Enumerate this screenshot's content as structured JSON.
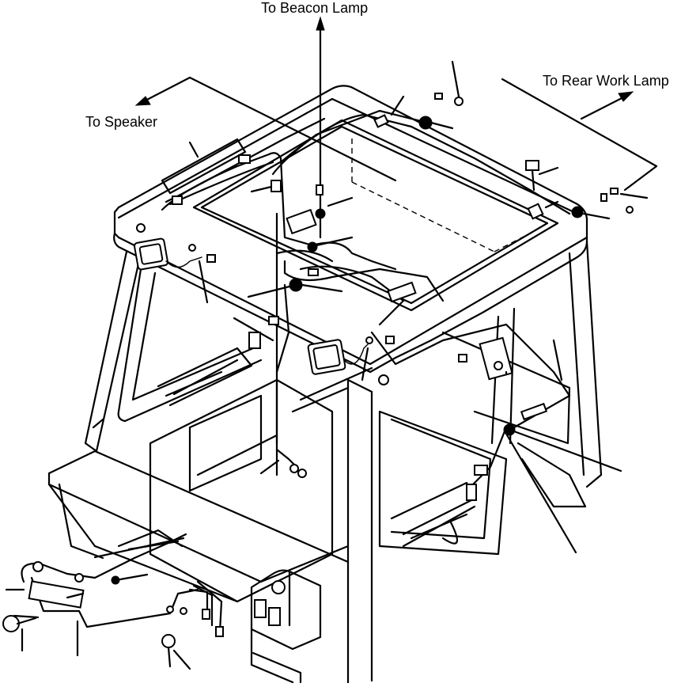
{
  "labels": {
    "beacon": "To Beacon Lamp",
    "rear_work": "To Rear Work Lamp",
    "speaker": "To Speaker"
  }
}
